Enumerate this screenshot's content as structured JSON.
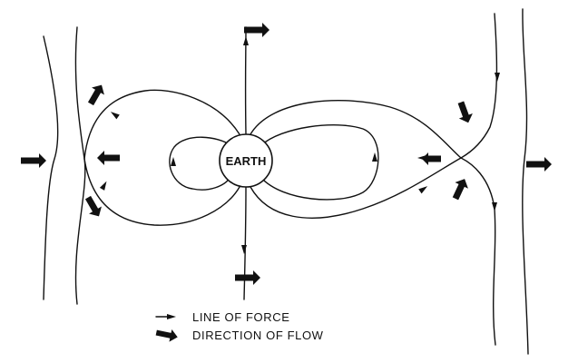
{
  "diagram": {
    "center_label": "EARTH",
    "legend": {
      "force_label": "LINE OF FORCE",
      "flow_label": "DIRECTION OF FLOW"
    }
  }
}
